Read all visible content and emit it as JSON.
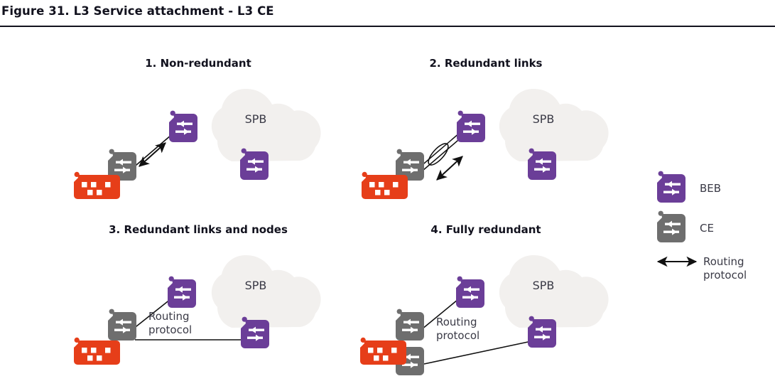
{
  "figure": {
    "title": "Figure 31. L3 Service attachment - L3 CE"
  },
  "colors": {
    "beb_purple": "#6B3E98",
    "ce_gray": "#6E6E6E",
    "server_red": "#E63E19",
    "cloud_gray": "#F2F0EE",
    "line_black": "#111111",
    "text_dark": "#12121e",
    "label_gray": "#3a3a46",
    "icon_white": "#ffffff"
  },
  "panels": [
    {
      "id": "panel-1",
      "number": "1.",
      "title": "1. Non-redundant",
      "cloud_label": "SPB",
      "link_label": "",
      "devices": [
        "server-icon",
        "ce-icon",
        "beb-icon",
        "beb-icon"
      ],
      "link_style": "single-link-bidirectional-arrow"
    },
    {
      "id": "panel-2",
      "number": "2.",
      "title": "2. Redundant links",
      "cloud_label": "SPB",
      "link_label": "",
      "devices": [
        "server-icon",
        "ce-icon",
        "beb-icon",
        "beb-icon"
      ],
      "link_style": "dual-link-lag-ellipse-bidirectional-arrow"
    },
    {
      "id": "panel-3",
      "number": "3.",
      "title": "3. Redundant links and nodes",
      "cloud_label": "SPB",
      "link_label_line1": "Routing",
      "link_label_line2": "protocol",
      "devices": [
        "server-icon",
        "ce-icon",
        "beb-icon",
        "beb-icon"
      ],
      "link_style": "one-ce-two-beb"
    },
    {
      "id": "panel-4",
      "number": "4.",
      "title": "4. Fully redundant",
      "cloud_label": "SPB",
      "link_label_line1": "Routing",
      "link_label_line2": "protocol",
      "devices": [
        "server-icon",
        "ce-icon",
        "ce-icon",
        "beb-icon",
        "beb-icon"
      ],
      "link_style": "two-ce-two-beb"
    }
  ],
  "legend": {
    "items": [
      {
        "icon": "beb-icon",
        "label": "BEB"
      },
      {
        "icon": "ce-icon",
        "label": "CE"
      },
      {
        "icon": "bidirectional-arrow-icon",
        "label_line1": "Routing",
        "label_line2": "protocol"
      }
    ]
  }
}
